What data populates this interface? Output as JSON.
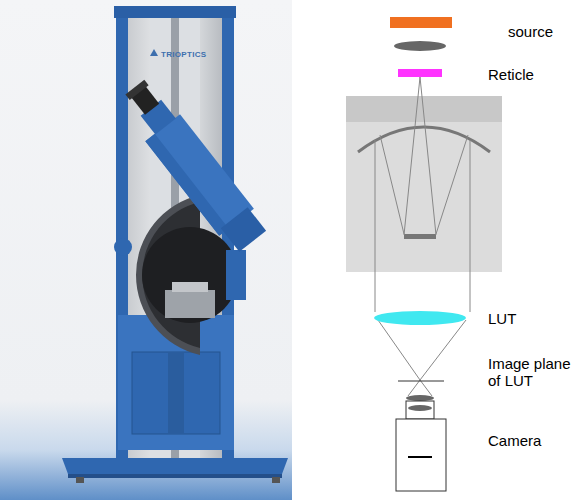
{
  "diagram": {
    "labels": [
      "TRIOPTICS",
      "source",
      "Reticle",
      "LUT",
      "Image plane of LUT",
      "Camera"
    ]
  }
}
